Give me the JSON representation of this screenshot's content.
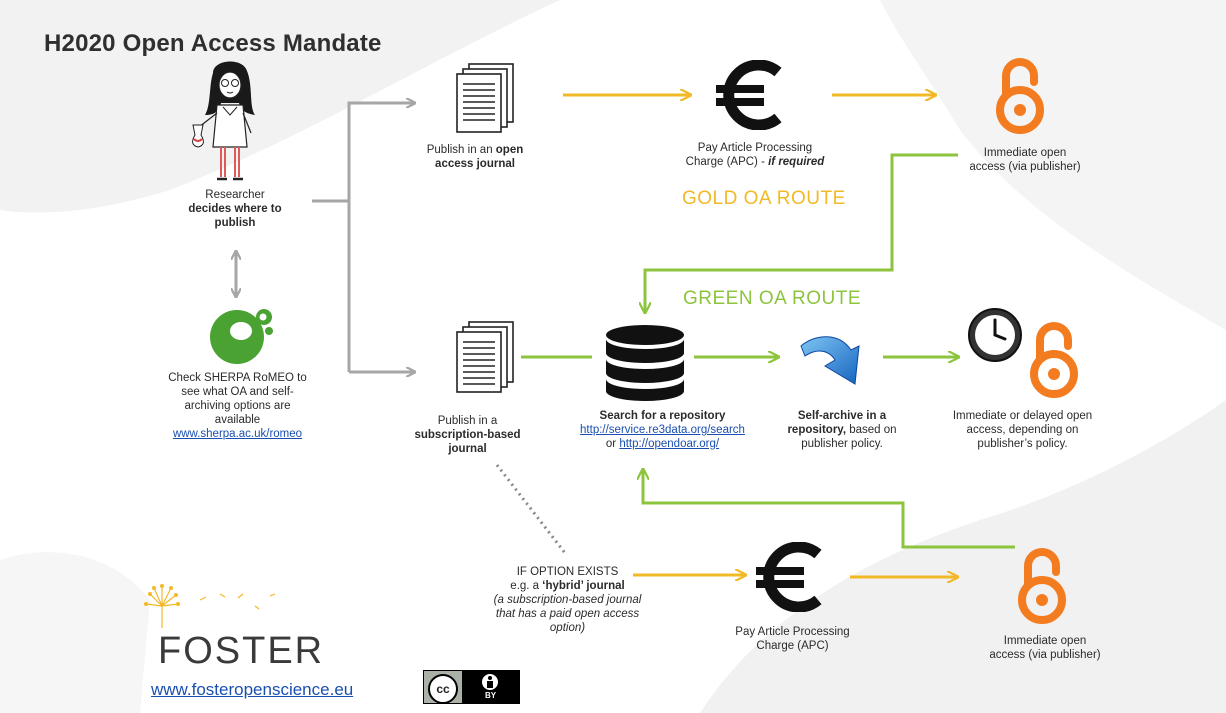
{
  "title": "H2020 Open Access Mandate",
  "routes": {
    "gold": "GOLD OA ROUTE",
    "green": "GREEN OA ROUTE"
  },
  "colors": {
    "gold": "#f2b926",
    "green": "#8cc43e",
    "grey_arrow": "#a6a6a6",
    "oa_orange": "#f47c20",
    "sherpa_green": "#4aa232",
    "link_blue": "#1a4fb0"
  },
  "researcher": {
    "line1": "Researcher",
    "line2": "decides where to",
    "line3": "publish"
  },
  "sherpa": {
    "line1": "Check SHERPA RoMEO to",
    "line2": "see what OA and self-",
    "line3": "archiving options are",
    "line4": "available",
    "link": "www.sherpa.ac.uk/romeo"
  },
  "gold_row": {
    "publish_line1_prefix": "Publish in an ",
    "publish_line1_bold": "open",
    "publish_line2_bold": "access journal",
    "apc_line1": "Pay Article Processing",
    "apc_line2_prefix": "Charge (APC) - ",
    "apc_line2_italic": "if required",
    "immediate_line1": "Immediate open",
    "immediate_line2": "access (via publisher)"
  },
  "green_row": {
    "publish_line1": "Publish in a",
    "publish_line2_bold": "subscription-based",
    "publish_line3_bold": "journal",
    "search_bold": "Search for a repository",
    "search_link1": "http://service.re3data.org/search",
    "search_or": "or ",
    "search_link2": "http://opendoar.org/",
    "selfarchive_line1_bold": "Self-archive in a",
    "selfarchive_line2_bold": "repository,",
    "selfarchive_line2_rest": " based on",
    "selfarchive_line3": "publisher policy.",
    "delayed_line1": "Immediate or delayed open",
    "delayed_line2": "access, depending on",
    "delayed_line3": "publisher’s policy."
  },
  "hybrid_row": {
    "if_line1": "IF OPTION EXISTS",
    "if_line2_prefix": "e.g. a ",
    "if_line2_bold": "‘hybrid’ journal",
    "if_line3": "(a subscription-based journal",
    "if_line4": "that has a paid open access",
    "if_line5": "option)",
    "apc_line1": "Pay Article Processing",
    "apc_line2": "Charge (APC)",
    "immediate_line1": "Immediate open",
    "immediate_line2": "access (via publisher)"
  },
  "icons": {
    "researcher": "scientist-illustration",
    "sherpa": "sherpa-romeo-logo",
    "document": "document-stack-icon",
    "euro": "euro-icon",
    "open_access": "open-access-lock-icon",
    "database": "database-icon",
    "curved_arrow": "curved-down-arrow-icon",
    "clock": "clock-icon",
    "cc_by": "cc-by-badge"
  },
  "footer": {
    "brand": "FOSTER",
    "url": "www.fosteropenscience.eu",
    "cc": "cc",
    "by": "BY"
  }
}
